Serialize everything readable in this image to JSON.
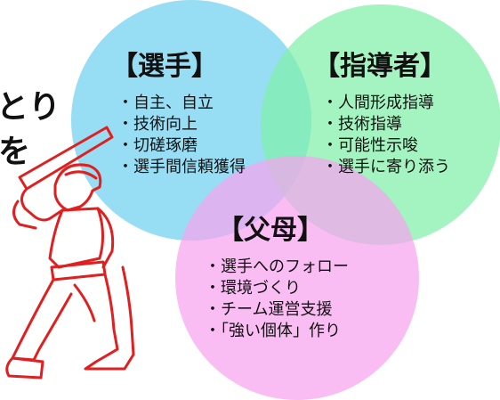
{
  "left_text": {
    "line1": "とり",
    "line2": "を"
  },
  "circles": {
    "player": {
      "title": "【選手】",
      "items": [
        "・自主、自立",
        "・技術向上",
        "・切磋琢磨",
        "・選手間信頼獲得"
      ],
      "color": "#6fd0ef"
    },
    "coach": {
      "title": "【指導者】",
      "items": [
        "・人間形成指導",
        "・技術指導",
        "・可能性示唆",
        "・選手に寄り添う"
      ],
      "color": "#7ff0a9"
    },
    "parents": {
      "title": "【父母】",
      "items": [
        "・選手へのフォロー",
        "・環境づくり",
        "・チーム運営支援",
        "・「強い個体」作り"
      ],
      "color": "#f7a3ee"
    }
  },
  "illustration": {
    "icon": "baseball-batter-icon",
    "stroke": "#e02020"
  }
}
